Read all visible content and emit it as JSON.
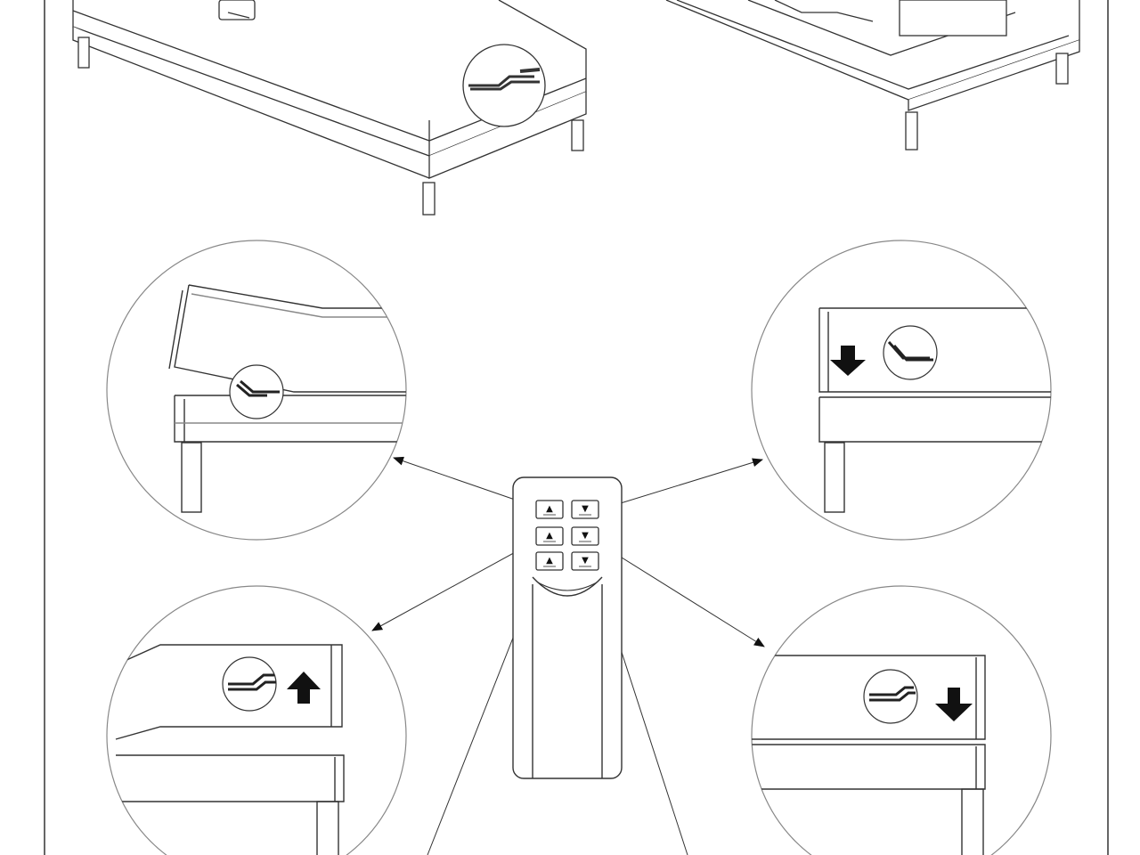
{
  "colors": {
    "ink": "#333333",
    "paper": "#ffffff",
    "arrow_fill": "#111111"
  },
  "illustration": {
    "views": [
      {
        "id": "bed-top-left"
      },
      {
        "id": "bed-top-right"
      }
    ],
    "details": [
      {
        "id": "detail-head-raised",
        "button": "head-up"
      },
      {
        "id": "detail-head-lower",
        "button": "head-down"
      },
      {
        "id": "detail-foot-raise",
        "button": "foot-up"
      },
      {
        "id": "detail-foot-lower",
        "button": "foot-down"
      }
    ],
    "remote": {
      "buttons": [
        {
          "id": "head-up",
          "glyph": "▲",
          "icon": "head-up-icon"
        },
        {
          "id": "head-down",
          "glyph": "▼",
          "icon": "head-down-icon"
        },
        {
          "id": "foot-up",
          "glyph": "▲",
          "icon": "foot-up-icon"
        },
        {
          "id": "foot-down",
          "glyph": "▼",
          "icon": "foot-down-icon"
        },
        {
          "id": "both-up",
          "glyph": "▲",
          "icon": "both-up-icon"
        },
        {
          "id": "both-down",
          "glyph": "▼",
          "icon": "both-down-icon"
        }
      ]
    }
  }
}
